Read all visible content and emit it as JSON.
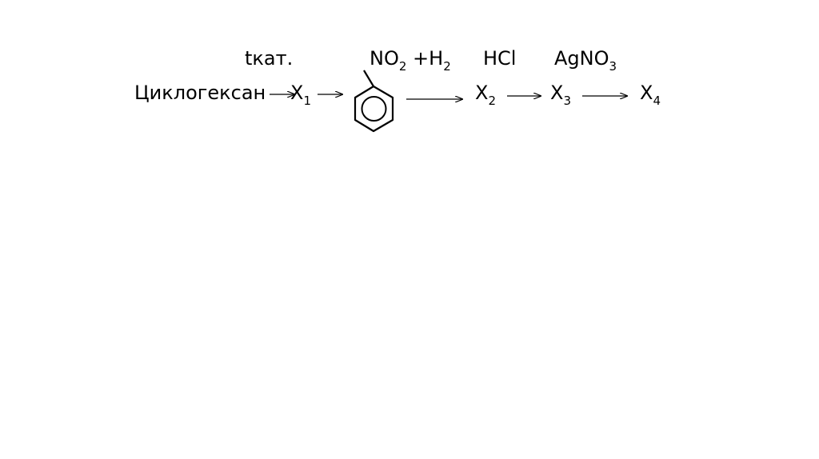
{
  "scheme": {
    "start_compound": "Циклогексан",
    "conditions": {
      "step1": "tкат.",
      "step3_main": "NO",
      "step3_sub": "2",
      "step3_extra": "+H",
      "step3_extra_sub": "2",
      "step4": "HCl",
      "step5_main": "AgNO",
      "step5_sub": "3"
    },
    "intermediates": {
      "x1": {
        "letter": "X",
        "index": "1"
      },
      "x2": {
        "letter": "X",
        "index": "2"
      },
      "x3": {
        "letter": "X",
        "index": "3"
      },
      "x4": {
        "letter": "X",
        "index": "4"
      }
    },
    "structure_icon": "toluene-structure"
  }
}
